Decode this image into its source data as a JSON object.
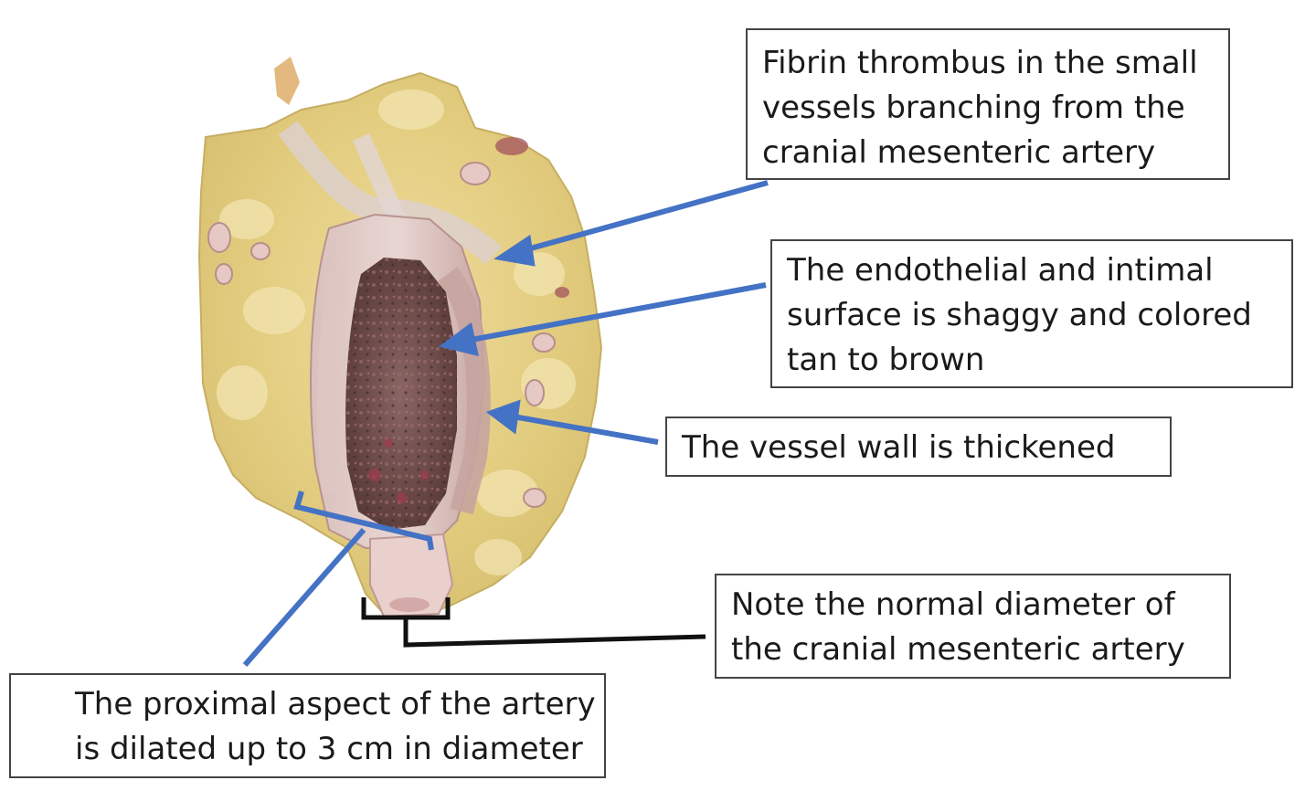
{
  "annotations": {
    "fibrin_thrombus": {
      "lines": [
        "Fibrin thrombus in the small",
        "vessels branching from the",
        "cranial mesenteric artery"
      ]
    },
    "endothelial_surface": {
      "lines": [
        "The endothelial and intimal",
        "surface is shaggy and colored",
        "tan to brown"
      ]
    },
    "vessel_wall": {
      "lines": [
        "The vessel wall is thickened"
      ]
    },
    "normal_diameter": {
      "lines": [
        "Note the normal diameter of",
        "the cranial mesenteric artery"
      ]
    },
    "proximal_dilation": {
      "lines": [
        "The proximal aspect of the artery",
        "is dilated up to 3 cm in diameter"
      ]
    }
  },
  "colors": {
    "arrow_blue": "#4472c4",
    "bracket_black": "#111111",
    "fat_yellow": "#e7d38c",
    "tissue_pink": "#c9a3a3",
    "lumen_brown": "#6b4a48"
  }
}
